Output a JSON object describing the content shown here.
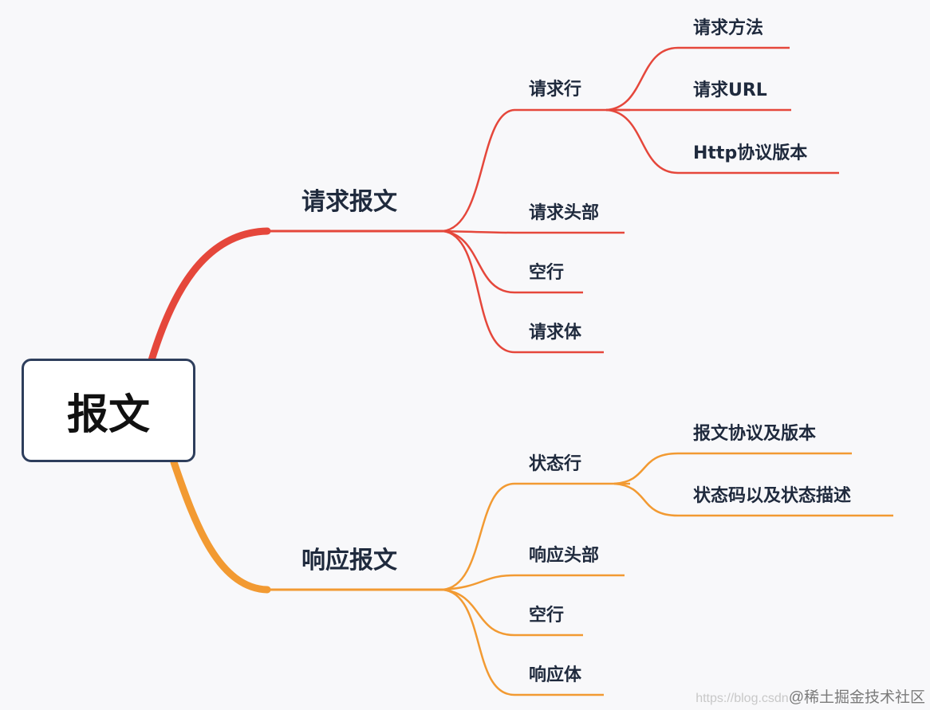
{
  "root": {
    "label": "报文"
  },
  "branches": [
    {
      "label": "请求报文",
      "color": "#e5473b",
      "children": [
        {
          "label": "请求行",
          "children": [
            "请求方法",
            "请求URL",
            "Http协议版本"
          ]
        },
        {
          "label": "请求头部",
          "children": []
        },
        {
          "label": "空行",
          "children": []
        },
        {
          "label": "请求体",
          "children": []
        }
      ]
    },
    {
      "label": "响应报文",
      "color": "#f29a32",
      "children": [
        {
          "label": "状态行",
          "children": [
            "报文协议及版本",
            "状态码以及状态描述"
          ]
        },
        {
          "label": "响应头部",
          "children": []
        },
        {
          "label": "空行",
          "children": []
        },
        {
          "label": "响应体",
          "children": []
        }
      ]
    }
  ],
  "watermark": {
    "faint": "https://blog.csdn",
    "strong": "@稀土掘金技术社区"
  }
}
